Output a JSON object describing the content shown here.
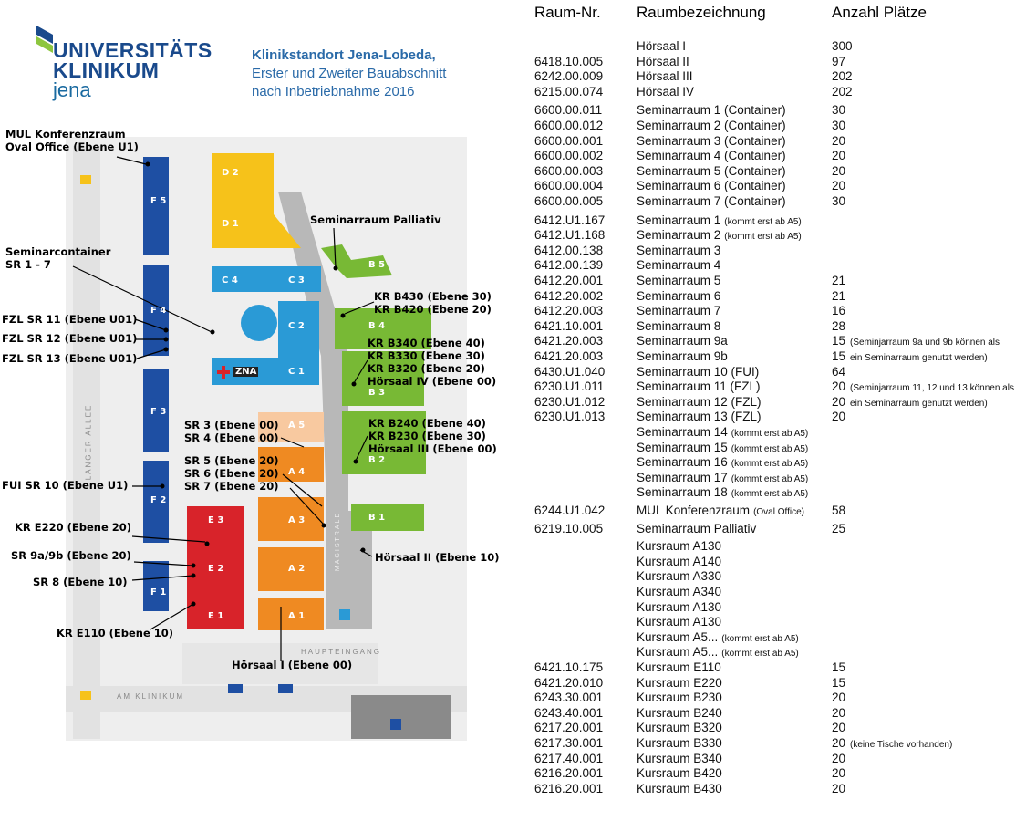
{
  "logo": {
    "line1": "UNIVERSITÄTS",
    "line2": "KLINIKUM",
    "line3": "jena"
  },
  "subtitle": {
    "line1": "Klinikstandort Jena-Lobeda,",
    "line2": "Erster und Zweiter Bauabschnitt",
    "line3": "nach Inbetriebnahme 2016"
  },
  "map": {
    "labels": {
      "mul": "MUL Konferenzraum\nOval Office (Ebene U1)",
      "seminarcontainer": "Seminarcontainer\nSR 1 - 7",
      "fzl11": "FZL SR 11 (Ebene U01)",
      "fzl12": "FZL SR 12 (Ebene U01)",
      "fzl13": "FZL SR 13 (Ebene U01)",
      "fui": "FUI SR 10 (Ebene U1)",
      "kr_e220": "KR E220 (Ebene 20)",
      "sr9": "SR 9a/9b (Ebene 20)",
      "sr8": "SR 8 (Ebene 10)",
      "kr_e110": "KR E110 (Ebene 10)",
      "palliativ": "Seminarraum Palliativ",
      "kr_b430": "KR B430 (Ebene 30)\nKR B420 (Ebene 20)",
      "kr_b340": "KR B340 (Ebene 40)\nKR B330 (Ebene 30)\nKR B320 (Ebene 20)\nHörsaal IV (Ebene 00)",
      "kr_b240": "KR B240 (Ebene 40)\nKR B230 (Ebene 30)\nHörsaal III (Ebene 00)",
      "sr3": "SR 3 (Ebene 00)\nSR 4 (Ebene 00)",
      "sr5": "SR 5 (Ebene 20)\nSR 6 (Ebene 20)\nSR 7 (Ebene 20)",
      "hs2": "Hörsaal II (Ebene 10)",
      "hs1": "Hörsaal I (Ebene 00)"
    },
    "streets": {
      "langer_allee": "LANGER ALLEE",
      "am_klinikum": "AM KLINIKUM",
      "haupteingang": "HAUPTEINGANG",
      "magistrale": "MAGISTRALE"
    },
    "buildings": {
      "f5": "5",
      "f4": "4",
      "f3": "3",
      "f2": "2",
      "f1": "1",
      "d2": "2",
      "d1": "1",
      "c4": "4",
      "c3": "3",
      "c2": "2",
      "c1": "1",
      "b5": "5",
      "b4": "4",
      "b3": "3",
      "b2": "2",
      "b1": "1",
      "a5": "5",
      "a4": "4",
      "a3": "3",
      "a2": "2",
      "a1": "1",
      "e3": "3",
      "e2": "2",
      "e1": "1",
      "zna": "ZNA",
      "letters": {
        "f": "F",
        "d": "D",
        "c": "C",
        "b": "B",
        "a": "A",
        "e": "E"
      }
    },
    "colors": {
      "f": "#1e4fa3",
      "d": "#f6c21a",
      "c": "#2a9ad6",
      "b": "#78b935",
      "a": "#ef8a22",
      "e": "#d8232a",
      "road": "#e4e4e4",
      "magistrale": "#b8b8b8"
    }
  },
  "table": {
    "headers": {
      "nr": "Raum-Nr.",
      "name": "Raumbezeichnung",
      "seats": "Anzahl Plätze"
    },
    "rows": [
      {
        "nr": "",
        "name": "Hörsaal I",
        "note": "",
        "seats": "300",
        "seats_note": ""
      },
      {
        "nr": "6418.10.005",
        "name": "Hörsaal II",
        "note": "",
        "seats": "97",
        "seats_note": ""
      },
      {
        "nr": "6242.00.009",
        "name": "Hörsaal III",
        "note": "",
        "seats": "202",
        "seats_note": ""
      },
      {
        "nr": "6215.00.074",
        "name": "Hörsaal IV",
        "note": "",
        "seats": "202",
        "seats_note": ""
      },
      {
        "nr": "6600.00.011",
        "name": "Seminarraum 1 (Container)",
        "note": "",
        "seats": "30",
        "seats_note": ""
      },
      {
        "nr": "6600.00.012",
        "name": "Seminarraum 2 (Container)",
        "note": "",
        "seats": "30",
        "seats_note": ""
      },
      {
        "nr": "6600.00.001",
        "name": "Seminarraum 3 (Container)",
        "note": "",
        "seats": "20",
        "seats_note": ""
      },
      {
        "nr": "6600.00.002",
        "name": "Seminarraum 4 (Container)",
        "note": "",
        "seats": "20",
        "seats_note": ""
      },
      {
        "nr": "6600.00.003",
        "name": "Seminarraum 5 (Container)",
        "note": "",
        "seats": "20",
        "seats_note": ""
      },
      {
        "nr": "6600.00.004",
        "name": "Seminarraum 6 (Container)",
        "note": "",
        "seats": "20",
        "seats_note": ""
      },
      {
        "nr": "6600.00.005",
        "name": "Seminarraum 7 (Container)",
        "note": "",
        "seats": "30",
        "seats_note": ""
      },
      {
        "nr": "6412.U1.167",
        "name": "Seminarraum 1",
        "note": "(kommt erst ab A5)",
        "seats": "",
        "seats_note": ""
      },
      {
        "nr": "6412.U1.168",
        "name": "Seminarraum 2",
        "note": "(kommt erst ab A5)",
        "seats": "",
        "seats_note": ""
      },
      {
        "nr": "6412.00.138",
        "name": "Seminarraum 3",
        "note": "",
        "seats": "",
        "seats_note": ""
      },
      {
        "nr": "6412.00.139",
        "name": "Seminarraum 4",
        "note": "",
        "seats": "",
        "seats_note": ""
      },
      {
        "nr": "6412.20.001",
        "name": "Seminarraum 5",
        "note": "",
        "seats": "21",
        "seats_note": ""
      },
      {
        "nr": "6412.20.002",
        "name": "Seminarraum 6",
        "note": "",
        "seats": "21",
        "seats_note": ""
      },
      {
        "nr": "6412.20.003",
        "name": "Seminarraum 7",
        "note": "",
        "seats": "16",
        "seats_note": ""
      },
      {
        "nr": "6421.10.001",
        "name": "Seminarraum 8",
        "note": "",
        "seats": "28",
        "seats_note": ""
      },
      {
        "nr": "6421.20.003",
        "name": "Seminarraum 9a",
        "note": "",
        "seats": "15",
        "seats_note": "(Seminjarraum 9a und 9b können als"
      },
      {
        "nr": "6421.20.003",
        "name": "Seminarraum 9b",
        "note": "",
        "seats": "15",
        "seats_note": "ein Seminarraum genutzt werden)"
      },
      {
        "nr": "6430.U1.040",
        "name": "Seminarraum 10 (FUI)",
        "note": "",
        "seats": "64",
        "seats_note": ""
      },
      {
        "nr": "6230.U1.011",
        "name": "Seminarraum 11 (FZL)",
        "note": "",
        "seats": "20",
        "seats_note": "(Seminjarraum 11, 12 und 13 können als"
      },
      {
        "nr": "6230.U1.012",
        "name": "Seminarraum 12 (FZL)",
        "note": "",
        "seats": "20",
        "seats_note": "ein Seminarraum genutzt werden)"
      },
      {
        "nr": "6230.U1.013",
        "name": "Seminarraum 13 (FZL)",
        "note": "",
        "seats": "20",
        "seats_note": ""
      },
      {
        "nr": "",
        "name": "Seminarraum 14",
        "note": "(kommt erst ab A5)",
        "seats": "",
        "seats_note": ""
      },
      {
        "nr": "",
        "name": "Seminarraum 15",
        "note": "(kommt erst ab A5)",
        "seats": "",
        "seats_note": ""
      },
      {
        "nr": "",
        "name": "Seminarraum 16",
        "note": "(kommt erst ab A5)",
        "seats": "",
        "seats_note": ""
      },
      {
        "nr": "",
        "name": "Seminarraum 17",
        "note": "(kommt erst ab A5)",
        "seats": "",
        "seats_note": ""
      },
      {
        "nr": "",
        "name": "Seminarraum 18",
        "note": "(kommt erst ab A5)",
        "seats": "",
        "seats_note": ""
      },
      {
        "nr": "6244.U1.042",
        "name": "MUL Konferenzraum",
        "note": "(Oval Office)",
        "seats": "58",
        "seats_note": ""
      },
      {
        "nr": "6219.10.005",
        "name": "Seminarraum Palliativ",
        "note": "",
        "seats": "25",
        "seats_note": ""
      },
      {
        "nr": "",
        "name": "Kursraum A130",
        "note": "",
        "seats": "",
        "seats_note": ""
      },
      {
        "nr": "",
        "name": "Kursraum A140",
        "note": "",
        "seats": "",
        "seats_note": ""
      },
      {
        "nr": "",
        "name": "Kursraum A330",
        "note": "",
        "seats": "",
        "seats_note": ""
      },
      {
        "nr": "",
        "name": "Kursraum A340",
        "note": "",
        "seats": "",
        "seats_note": ""
      },
      {
        "nr": "",
        "name": "Kursraum A130",
        "note": "",
        "seats": "",
        "seats_note": ""
      },
      {
        "nr": "",
        "name": "Kursraum A130",
        "note": "",
        "seats": "",
        "seats_note": ""
      },
      {
        "nr": "",
        "name": "Kursraum A5...",
        "note": "(kommt erst ab A5)",
        "seats": "",
        "seats_note": ""
      },
      {
        "nr": "",
        "name": "Kursraum A5...",
        "note": "(kommt erst ab A5)",
        "seats": "",
        "seats_note": ""
      },
      {
        "nr": "6421.10.175",
        "name": "Kursraum E110",
        "note": "",
        "seats": "15",
        "seats_note": ""
      },
      {
        "nr": "6421.20.010",
        "name": "Kursraum E220",
        "note": "",
        "seats": "15",
        "seats_note": ""
      },
      {
        "nr": "6243.30.001",
        "name": "Kursraum B230",
        "note": "",
        "seats": "20",
        "seats_note": ""
      },
      {
        "nr": "6243.40.001",
        "name": "Kursraum B240",
        "note": "",
        "seats": "20",
        "seats_note": ""
      },
      {
        "nr": "6217.20.001",
        "name": "Kursraum B320",
        "note": "",
        "seats": "20",
        "seats_note": ""
      },
      {
        "nr": "6217.30.001",
        "name": "Kursraum B330",
        "note": "",
        "seats": "20",
        "seats_note": "(keine Tische vorhanden)"
      },
      {
        "nr": "6217.40.001",
        "name": "Kursraum B340",
        "note": "",
        "seats": "20",
        "seats_note": ""
      },
      {
        "nr": "6216.20.001",
        "name": "Kursraum B420",
        "note": "",
        "seats": "20",
        "seats_note": ""
      },
      {
        "nr": "6216.20.001",
        "name": "Kursraum B430",
        "note": "",
        "seats": "20",
        "seats_note": ""
      }
    ]
  }
}
